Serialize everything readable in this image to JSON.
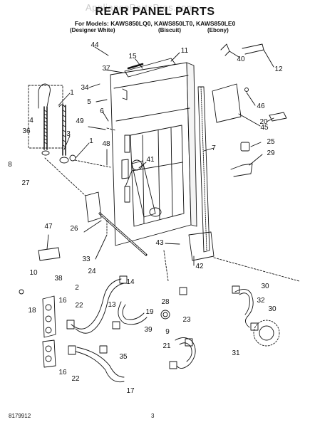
{
  "watermark": "AppliancePartsPros.com",
  "title": "REAR PANEL PARTS",
  "models_line": "For Models: KAWS850LQ0, KAWS850LT0, KAWS850LE0",
  "colors": [
    "(Designer White)",
    "(Biscuit)",
    "(Ebony)"
  ],
  "callouts": [
    {
      "label": "44"
    },
    {
      "label": "15"
    },
    {
      "label": "11"
    },
    {
      "label": "40"
    },
    {
      "label": "12"
    },
    {
      "label": "37"
    },
    {
      "label": "34"
    },
    {
      "label": "5"
    },
    {
      "label": "1"
    },
    {
      "label": "4"
    },
    {
      "label": "36"
    },
    {
      "label": "6"
    },
    {
      "label": "49"
    },
    {
      "label": "3"
    },
    {
      "label": "1"
    },
    {
      "label": "48"
    },
    {
      "label": "8"
    },
    {
      "label": "27"
    },
    {
      "label": "41"
    },
    {
      "label": "7"
    },
    {
      "label": "46"
    },
    {
      "label": "45"
    },
    {
      "label": "20"
    },
    {
      "label": "25"
    },
    {
      "label": "29"
    },
    {
      "label": "47"
    },
    {
      "label": "26"
    },
    {
      "label": "33"
    },
    {
      "label": "43"
    },
    {
      "label": "42"
    },
    {
      "label": "10"
    },
    {
      "label": "38"
    },
    {
      "label": "24"
    },
    {
      "label": "14"
    },
    {
      "label": "2"
    },
    {
      "label": "18"
    },
    {
      "label": "16"
    },
    {
      "label": "22"
    },
    {
      "label": "13"
    },
    {
      "label": "19"
    },
    {
      "label": "28"
    },
    {
      "label": "39"
    },
    {
      "label": "30"
    },
    {
      "label": "32"
    },
    {
      "label": "30"
    },
    {
      "label": "23"
    },
    {
      "label": "9"
    },
    {
      "label": "21"
    },
    {
      "label": "35"
    },
    {
      "label": "31"
    },
    {
      "label": "16"
    },
    {
      "label": "22"
    },
    {
      "label": "17"
    }
  ],
  "doc_number": "8179912",
  "page_number": "3"
}
